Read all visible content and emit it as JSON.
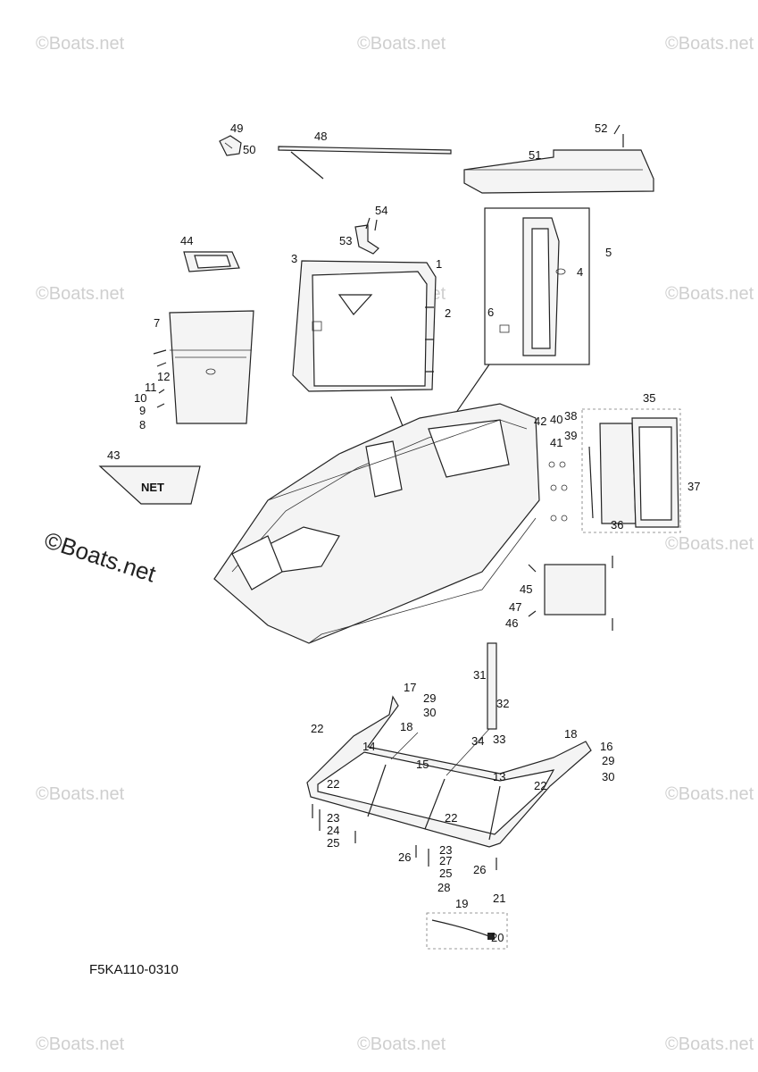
{
  "diagram": {
    "code": "F5KA110-0310",
    "brand_watermark": "©Boats.net",
    "faint_watermark": "©Boats.net",
    "net_label": "NET",
    "callouts": {
      "c1": "1",
      "c2": "2",
      "c3": "3",
      "c4": "4",
      "c5": "5",
      "c6": "6",
      "c7": "7",
      "c8": "8",
      "c9": "9",
      "c10": "10",
      "c11": "11",
      "c12": "12",
      "c13": "13",
      "c14": "14",
      "c15": "15",
      "c16": "16",
      "c17": "17",
      "c18a": "18",
      "c18b": "18",
      "c19": "19",
      "c20": "20",
      "c21": "21",
      "c22a": "22",
      "c22b": "22",
      "c22c": "22",
      "c22d": "22",
      "c23a": "23",
      "c23b": "23",
      "c24": "24",
      "c25a": "25",
      "c25b": "25",
      "c26a": "26",
      "c26b": "26",
      "c27": "27",
      "c28": "28",
      "c29a": "29",
      "c29b": "29",
      "c30a": "30",
      "c30b": "30",
      "c31": "31",
      "c32": "32",
      "c33": "33",
      "c34": "34",
      "c35": "35",
      "c36": "36",
      "c37": "37",
      "c38": "38",
      "c39": "39",
      "c40": "40",
      "c41": "41",
      "c42": "42",
      "c43": "43",
      "c44": "44",
      "c45": "45",
      "c46": "46",
      "c47": "47",
      "c48": "48",
      "c49": "49",
      "c50": "50",
      "c51": "51",
      "c52": "52",
      "c53": "53",
      "c54": "54"
    }
  }
}
